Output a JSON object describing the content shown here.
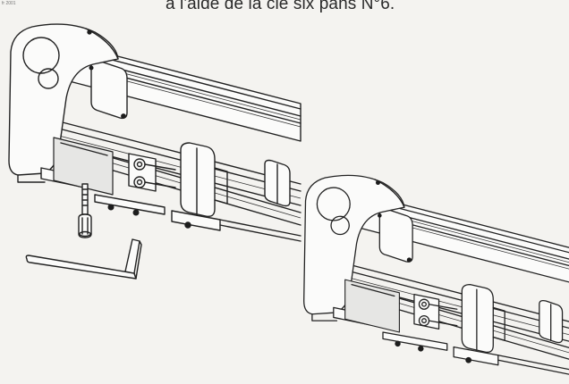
{
  "document": {
    "caption": "à l'aide de la clé six pans N°6.",
    "page_tag": "fr 2001"
  },
  "figures": [
    {
      "id": "cutter-frame-before",
      "icon": "plotter-frame-with-bolt-and-hex-key"
    },
    {
      "id": "cutter-frame-after",
      "icon": "plotter-frame-assembled"
    }
  ],
  "colors": {
    "paper": "#f4f3f0",
    "ink": "#222222"
  }
}
